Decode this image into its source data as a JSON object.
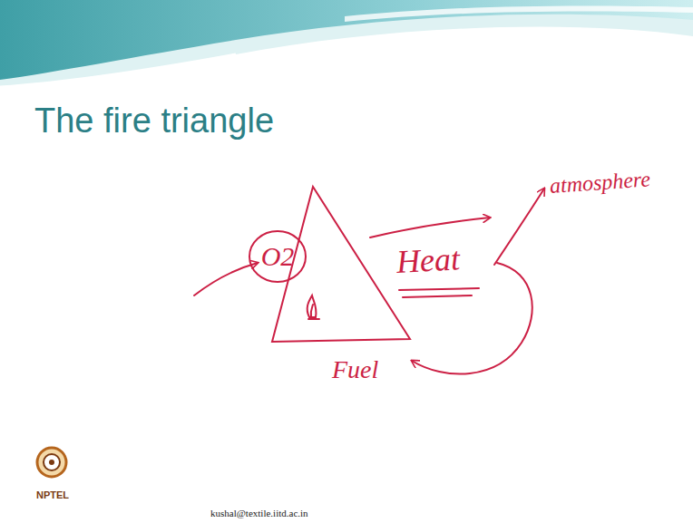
{
  "diagram": {
    "title": "The fire triangle",
    "nodes": [
      {
        "text": [
          "O2"
        ]
      }
    ],
    "labels": [
      "Heat",
      "atmosphere",
      "Fuel",
      "NPTEL",
      "kushal@textile.iitd.ac.in"
    ]
  }
}
